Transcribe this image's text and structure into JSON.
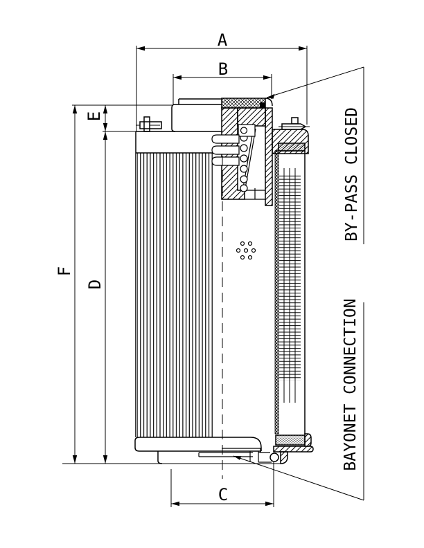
{
  "drawing": {
    "background": "#ffffff",
    "line_color": "#000000",
    "dimension_labels": {
      "a": "A",
      "b": "B",
      "c": "C",
      "d": "D",
      "e": "E",
      "f": "F"
    },
    "callouts": {
      "bypass_closed": "BY-PASS CLOSED",
      "bayonet_connection": "BAYONET CONNECTION"
    }
  }
}
